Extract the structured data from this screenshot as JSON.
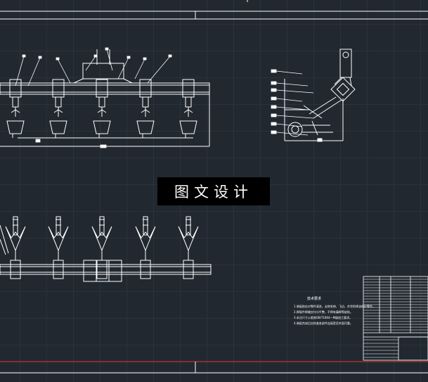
{
  "watermark": {
    "text": "图文设计"
  },
  "technical_notes": {
    "title": "技术要求",
    "items": [
      "1.装配前应对零件清洗，去除毛刺、飞边，并涂防锈油保护零件。",
      "2.焊接件焊缝应均匀平整，不得有漏焊等缺陷。",
      "3.未注尺寸公差按GB/T1804—M级加工要求。",
      "4.装配完成后应检查各部件连接是否牢固可靠。"
    ]
  },
  "colors": {
    "background": "#212830",
    "grid": "#2a323b",
    "linework": "#ffffff",
    "frame_accent": "#e53935",
    "watermark_bg": "#000000",
    "watermark_text": "#ffffff"
  }
}
